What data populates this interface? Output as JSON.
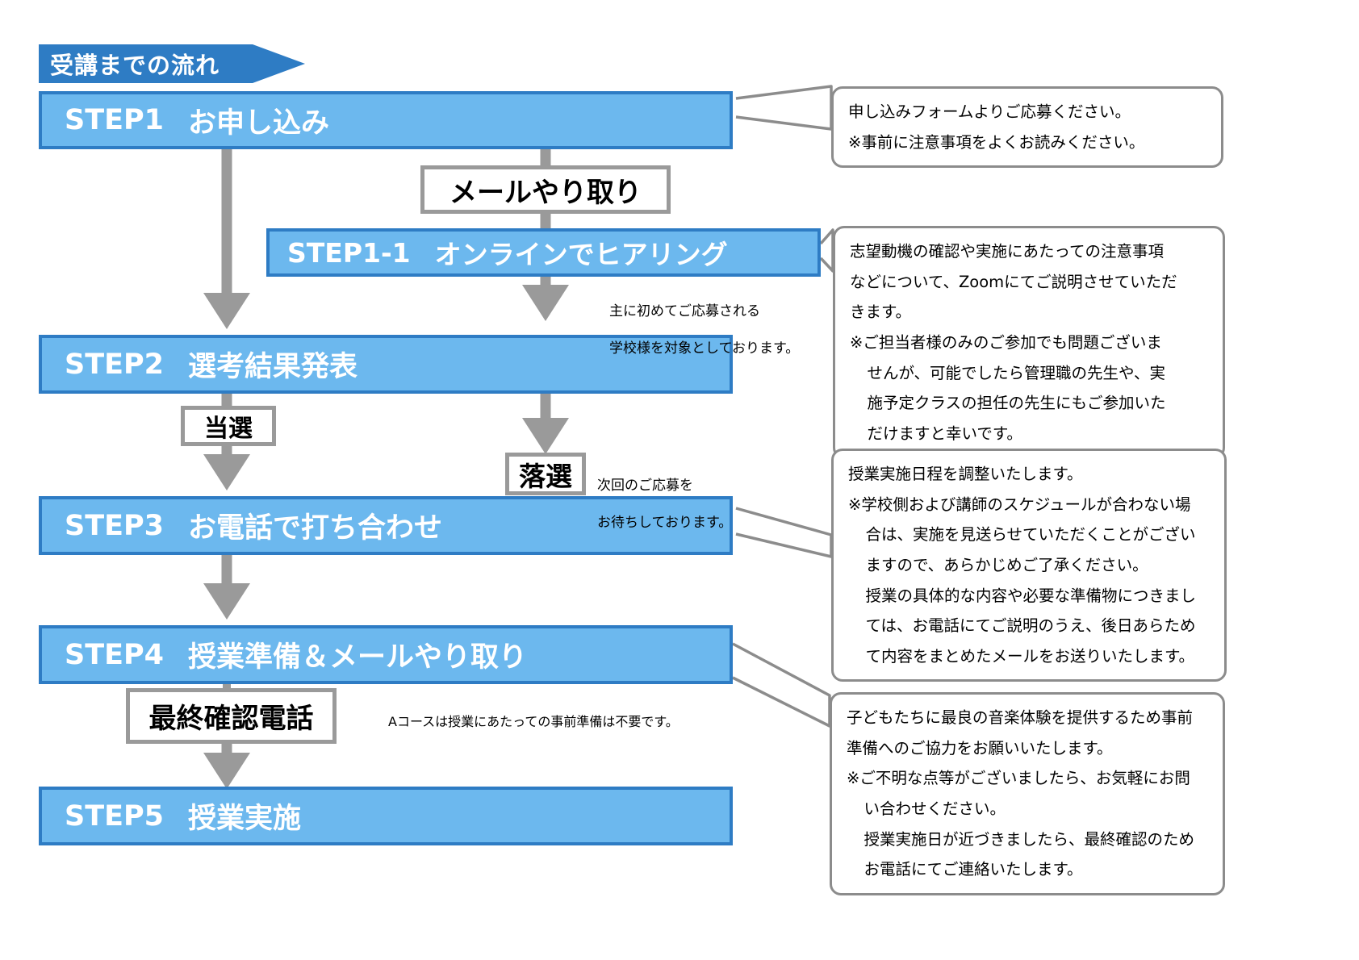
{
  "header": {
    "banner_label": "受講までの流れ",
    "banner_color": "#2e7cc4"
  },
  "theme": {
    "step_fill": "#6cb8ee",
    "step_border": "#2e7cc4",
    "label_border": "#9a9a9a",
    "callout_border": "#8c8c8c",
    "arrow_color": "#9a9a9a",
    "text_on_step": "#ffffff"
  },
  "steps": [
    {
      "id": "step1",
      "number": "STEP1",
      "title": "お申し込み"
    },
    {
      "id": "step1_1",
      "number": "STEP1-1",
      "title": "オンラインでヒアリング"
    },
    {
      "id": "step2",
      "number": "STEP2",
      "title": "選考結果発表"
    },
    {
      "id": "step3",
      "number": "STEP3",
      "title": "お電話で打ち合わせ"
    },
    {
      "id": "step4",
      "number": "STEP4",
      "title": "授業準備＆メールやり取り"
    },
    {
      "id": "step5",
      "number": "STEP5",
      "title": "授業実施"
    }
  ],
  "labels": [
    {
      "id": "mail",
      "text": "メールやり取り"
    },
    {
      "id": "win",
      "text": "当選"
    },
    {
      "id": "lose",
      "text": "落選"
    },
    {
      "id": "confirm",
      "text": "最終確認電話"
    }
  ],
  "notes": [
    {
      "id": "hearing-target",
      "line1": "主に初めてご応募される",
      "line2": "学校様を対象としております。"
    },
    {
      "id": "lose-note",
      "line1": "次回のご応募を",
      "line2": "お待ちしております。"
    },
    {
      "id": "course-a-note",
      "line1": "Aコースは授業にあたっての事前準備は不要です。",
      "line2": ""
    }
  ],
  "callouts": [
    {
      "id": "callout-step1",
      "paragraphs": [
        {
          "text": "申し込みフォームよりご応募ください。",
          "style": "plain"
        },
        {
          "text": "※事前に注意事項をよくお読みください。",
          "style": "hang"
        }
      ]
    },
    {
      "id": "callout-step1-1",
      "paragraphs": [
        {
          "text": "志望動機の確認や実施にあたっての注意事項",
          "style": "plain"
        },
        {
          "text": "などについて、Zoomにてご説明させていただ",
          "style": "plain"
        },
        {
          "text": "きます。",
          "style": "plain"
        },
        {
          "text": "※ご担当者様のみのご参加でも問題ございま",
          "style": "hang"
        },
        {
          "text": "せんが、可能でしたら管理職の先生や、実",
          "style": "cont"
        },
        {
          "text": "施予定クラスの担任の先生にもご参加いた",
          "style": "cont"
        },
        {
          "text": "だけますと幸いです。",
          "style": "cont"
        }
      ]
    },
    {
      "id": "callout-step3",
      "paragraphs": [
        {
          "text": "授業実施日程を調整いたします。",
          "style": "plain"
        },
        {
          "text": "※学校側および講師のスケジュールが合わない場",
          "style": "hang"
        },
        {
          "text": "合は、実施を見送らせていただくことがござい",
          "style": "cont"
        },
        {
          "text": "ますので、あらかじめご了承ください。",
          "style": "cont"
        },
        {
          "text": "授業の具体的な内容や必要な準備物につきまし",
          "style": "cont"
        },
        {
          "text": "ては、お電話にてご説明のうえ、後日あらため",
          "style": "cont"
        },
        {
          "text": "て内容をまとめたメールをお送りいたします。",
          "style": "cont"
        }
      ]
    },
    {
      "id": "callout-step4",
      "paragraphs": [
        {
          "text": "子どもたちに最良の音楽体験を提供するため事前",
          "style": "plain"
        },
        {
          "text": "準備へのご協力をお願いいたします。",
          "style": "plain"
        },
        {
          "text": "※ご不明な点等がございましたら、お気軽にお問",
          "style": "hang"
        },
        {
          "text": "い合わせください。",
          "style": "cont"
        },
        {
          "text": "授業実施日が近づきましたら、最終確認のため",
          "style": "cont"
        },
        {
          "text": "お電話にてご連絡いたします。",
          "style": "cont"
        }
      ]
    }
  ]
}
